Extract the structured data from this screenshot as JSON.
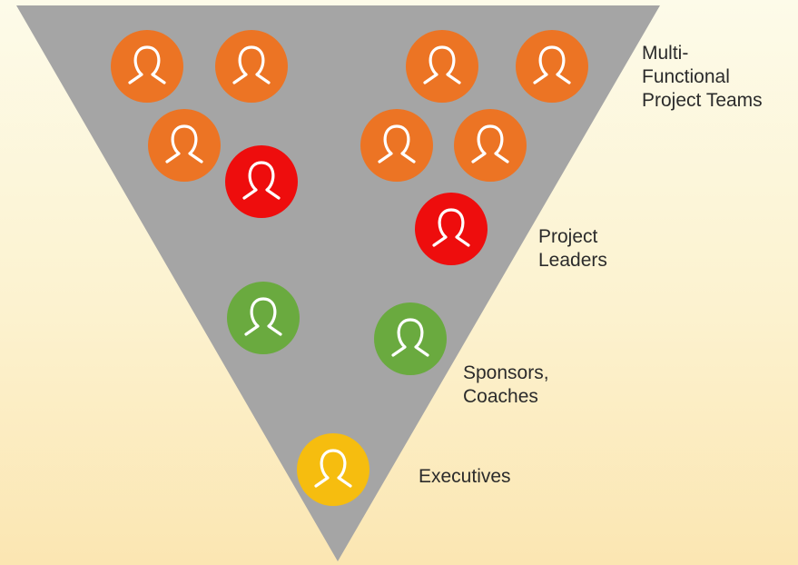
{
  "diagram": {
    "colors": {
      "funnel": "#a5a5a5",
      "team_member": "#ec7424",
      "project_leader": "#ee0d0d",
      "sponsor_coach": "#6aaa3f",
      "executive": "#f6bd0f",
      "person_glyph": "#ffffff",
      "label_text": "#2b2b2b"
    },
    "groups": [
      {
        "key": "team_member",
        "icon": "person-icon",
        "count": 7
      },
      {
        "key": "project_leader",
        "icon": "person-icon",
        "count": 2
      },
      {
        "key": "sponsor_coach",
        "icon": "person-icon",
        "count": 2
      },
      {
        "key": "executive",
        "icon": "person-icon",
        "count": 1
      }
    ],
    "labels": {
      "teams": [
        "Multi-",
        "Functional",
        "Project Teams"
      ],
      "leaders": [
        "Project",
        "Leaders"
      ],
      "sponsors": [
        "Sponsors,",
        "Coaches"
      ],
      "executives": [
        "Executives"
      ]
    }
  }
}
